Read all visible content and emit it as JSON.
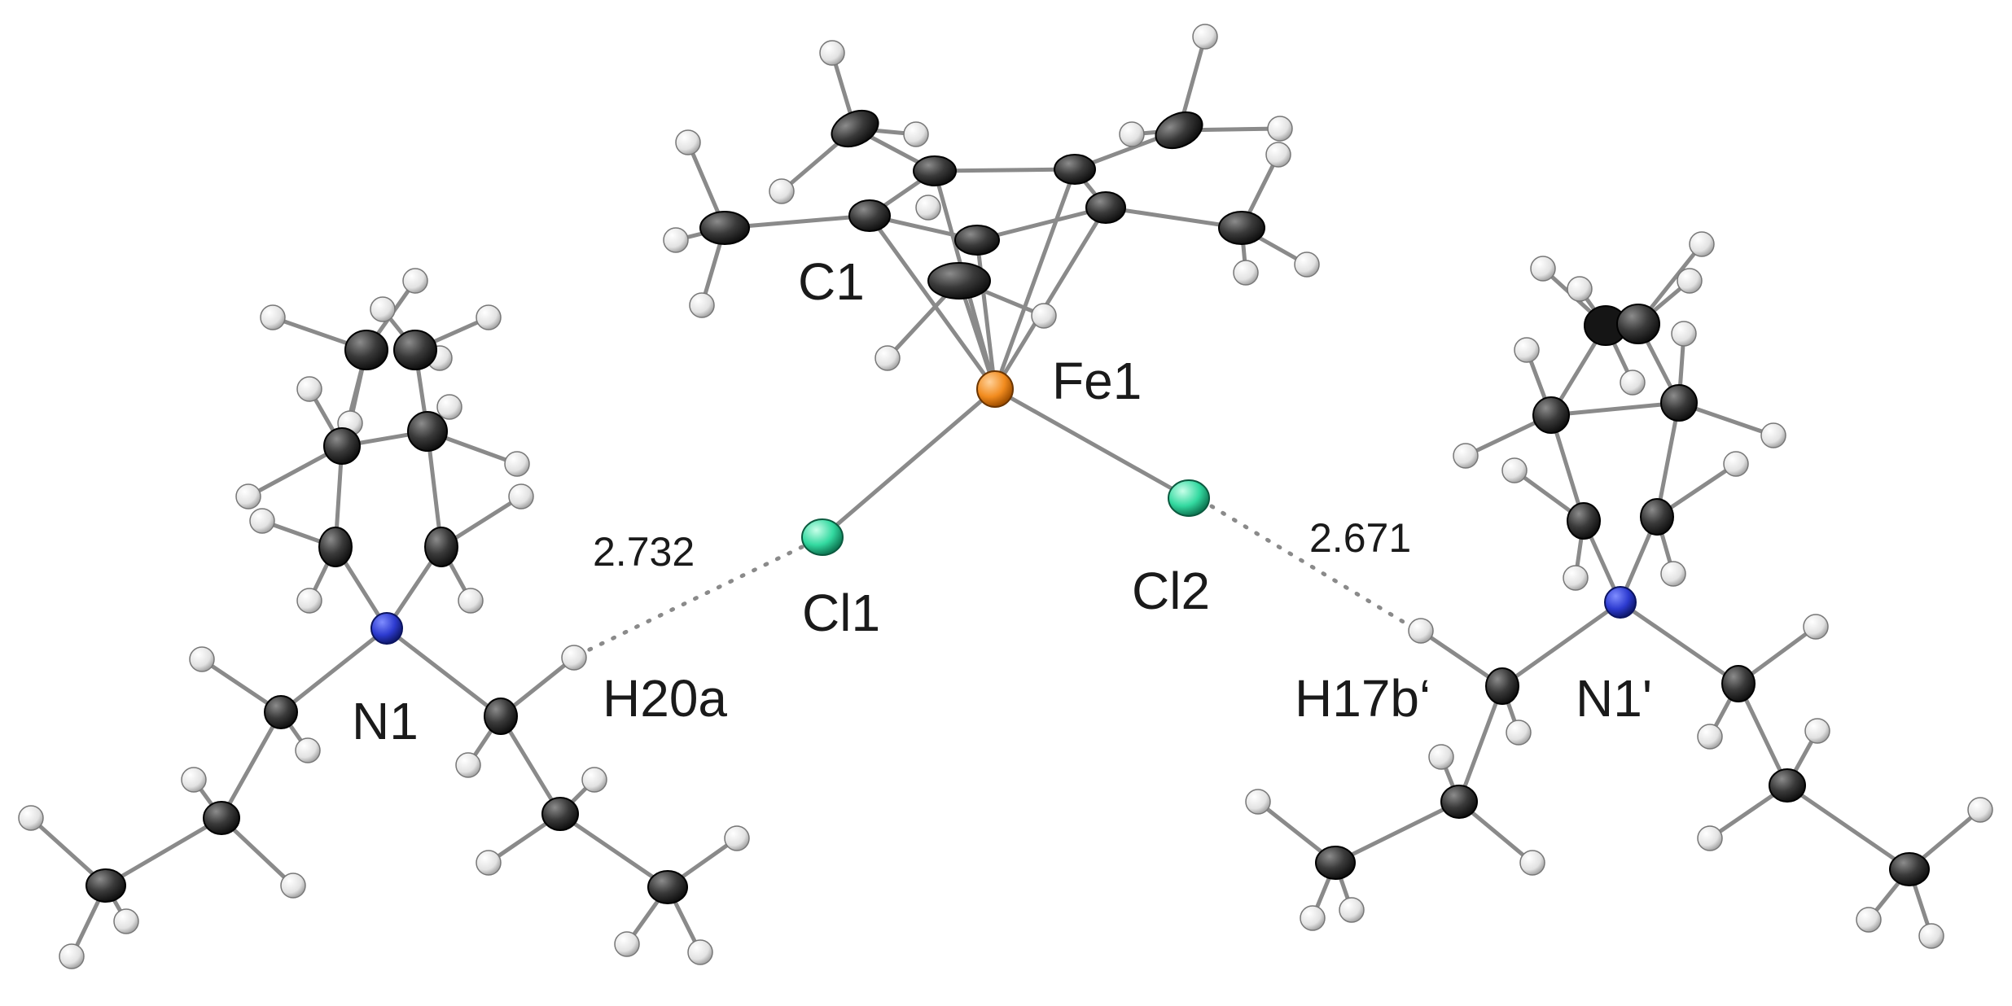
{
  "figure": {
    "labels": {
      "c1": "C1",
      "fe1": "Fe1",
      "cl1": "Cl1",
      "cl2": "Cl2",
      "n1": "N1",
      "n1p": "N1'",
      "h20a": "H20a",
      "h17b": "H17b‘"
    },
    "distances": {
      "left": "2.732",
      "right": "2.671"
    },
    "colors": {
      "carbon": "#3a3a3a",
      "hydrogen": "#e6e6e6",
      "nitrogen": "#2d3bd0",
      "iron": "#f28c1f",
      "chlorine": "#33d9a0",
      "bond": "#8a8a8a",
      "background": "#ffffff"
    }
  }
}
